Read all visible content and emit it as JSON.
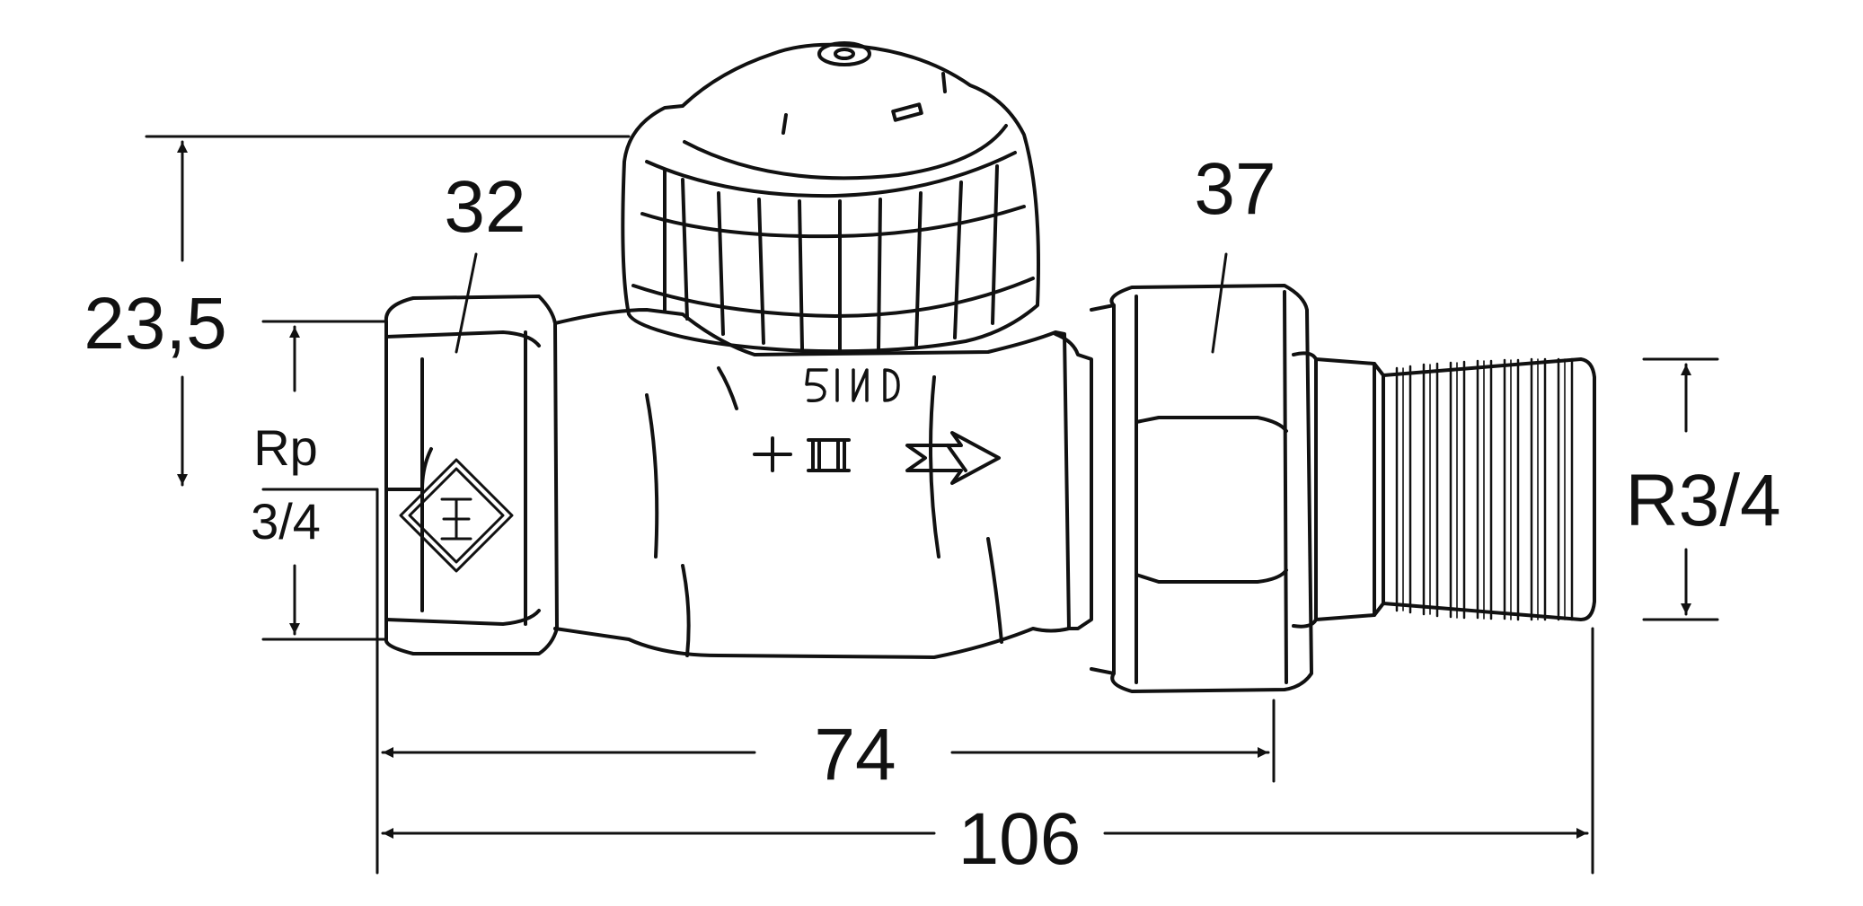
{
  "dimensions": {
    "hex_left": "32",
    "hex_right": "37",
    "height_to_cap": "23,5",
    "inlet_thread_line1": "Rp",
    "inlet_thread_line2": "3/4",
    "outlet_thread": "R3/4",
    "length_body": "74",
    "length_total": "106"
  },
  "body_markings": {
    "nominal_size": "DN15",
    "flow_marks": "+ II"
  },
  "colors": {
    "line": "#111111",
    "background": "#ffffff"
  }
}
